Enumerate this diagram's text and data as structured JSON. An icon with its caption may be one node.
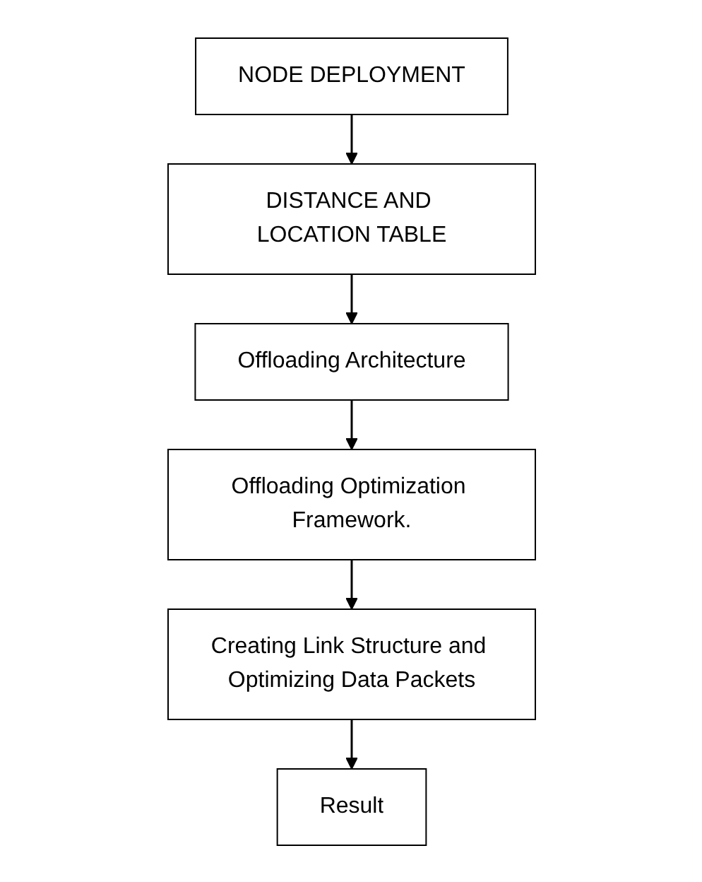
{
  "diagram": {
    "nodes": [
      {
        "text": [
          "NODE DEPLOYMENT"
        ]
      },
      {
        "text": [
          "DISTANCE AND LOCATION TABLE"
        ]
      },
      {
        "text": [
          "Offloading Architecture"
        ]
      },
      {
        "text": [
          "Offloading Optimization Framework."
        ]
      },
      {
        "text": [
          "Creating Link Structure and Optimizing Data Packets"
        ]
      },
      {
        "text": [
          "Result"
        ]
      }
    ],
    "edges": [
      {
        "from": 0,
        "to": 1,
        "arrow": "to"
      },
      {
        "from": 1,
        "to": 2,
        "arrow": "to"
      },
      {
        "from": 2,
        "to": 3,
        "arrow": "to"
      },
      {
        "from": 3,
        "to": 4,
        "arrow": "to"
      },
      {
        "from": 4,
        "to": 5,
        "arrow": "to"
      }
    ]
  }
}
